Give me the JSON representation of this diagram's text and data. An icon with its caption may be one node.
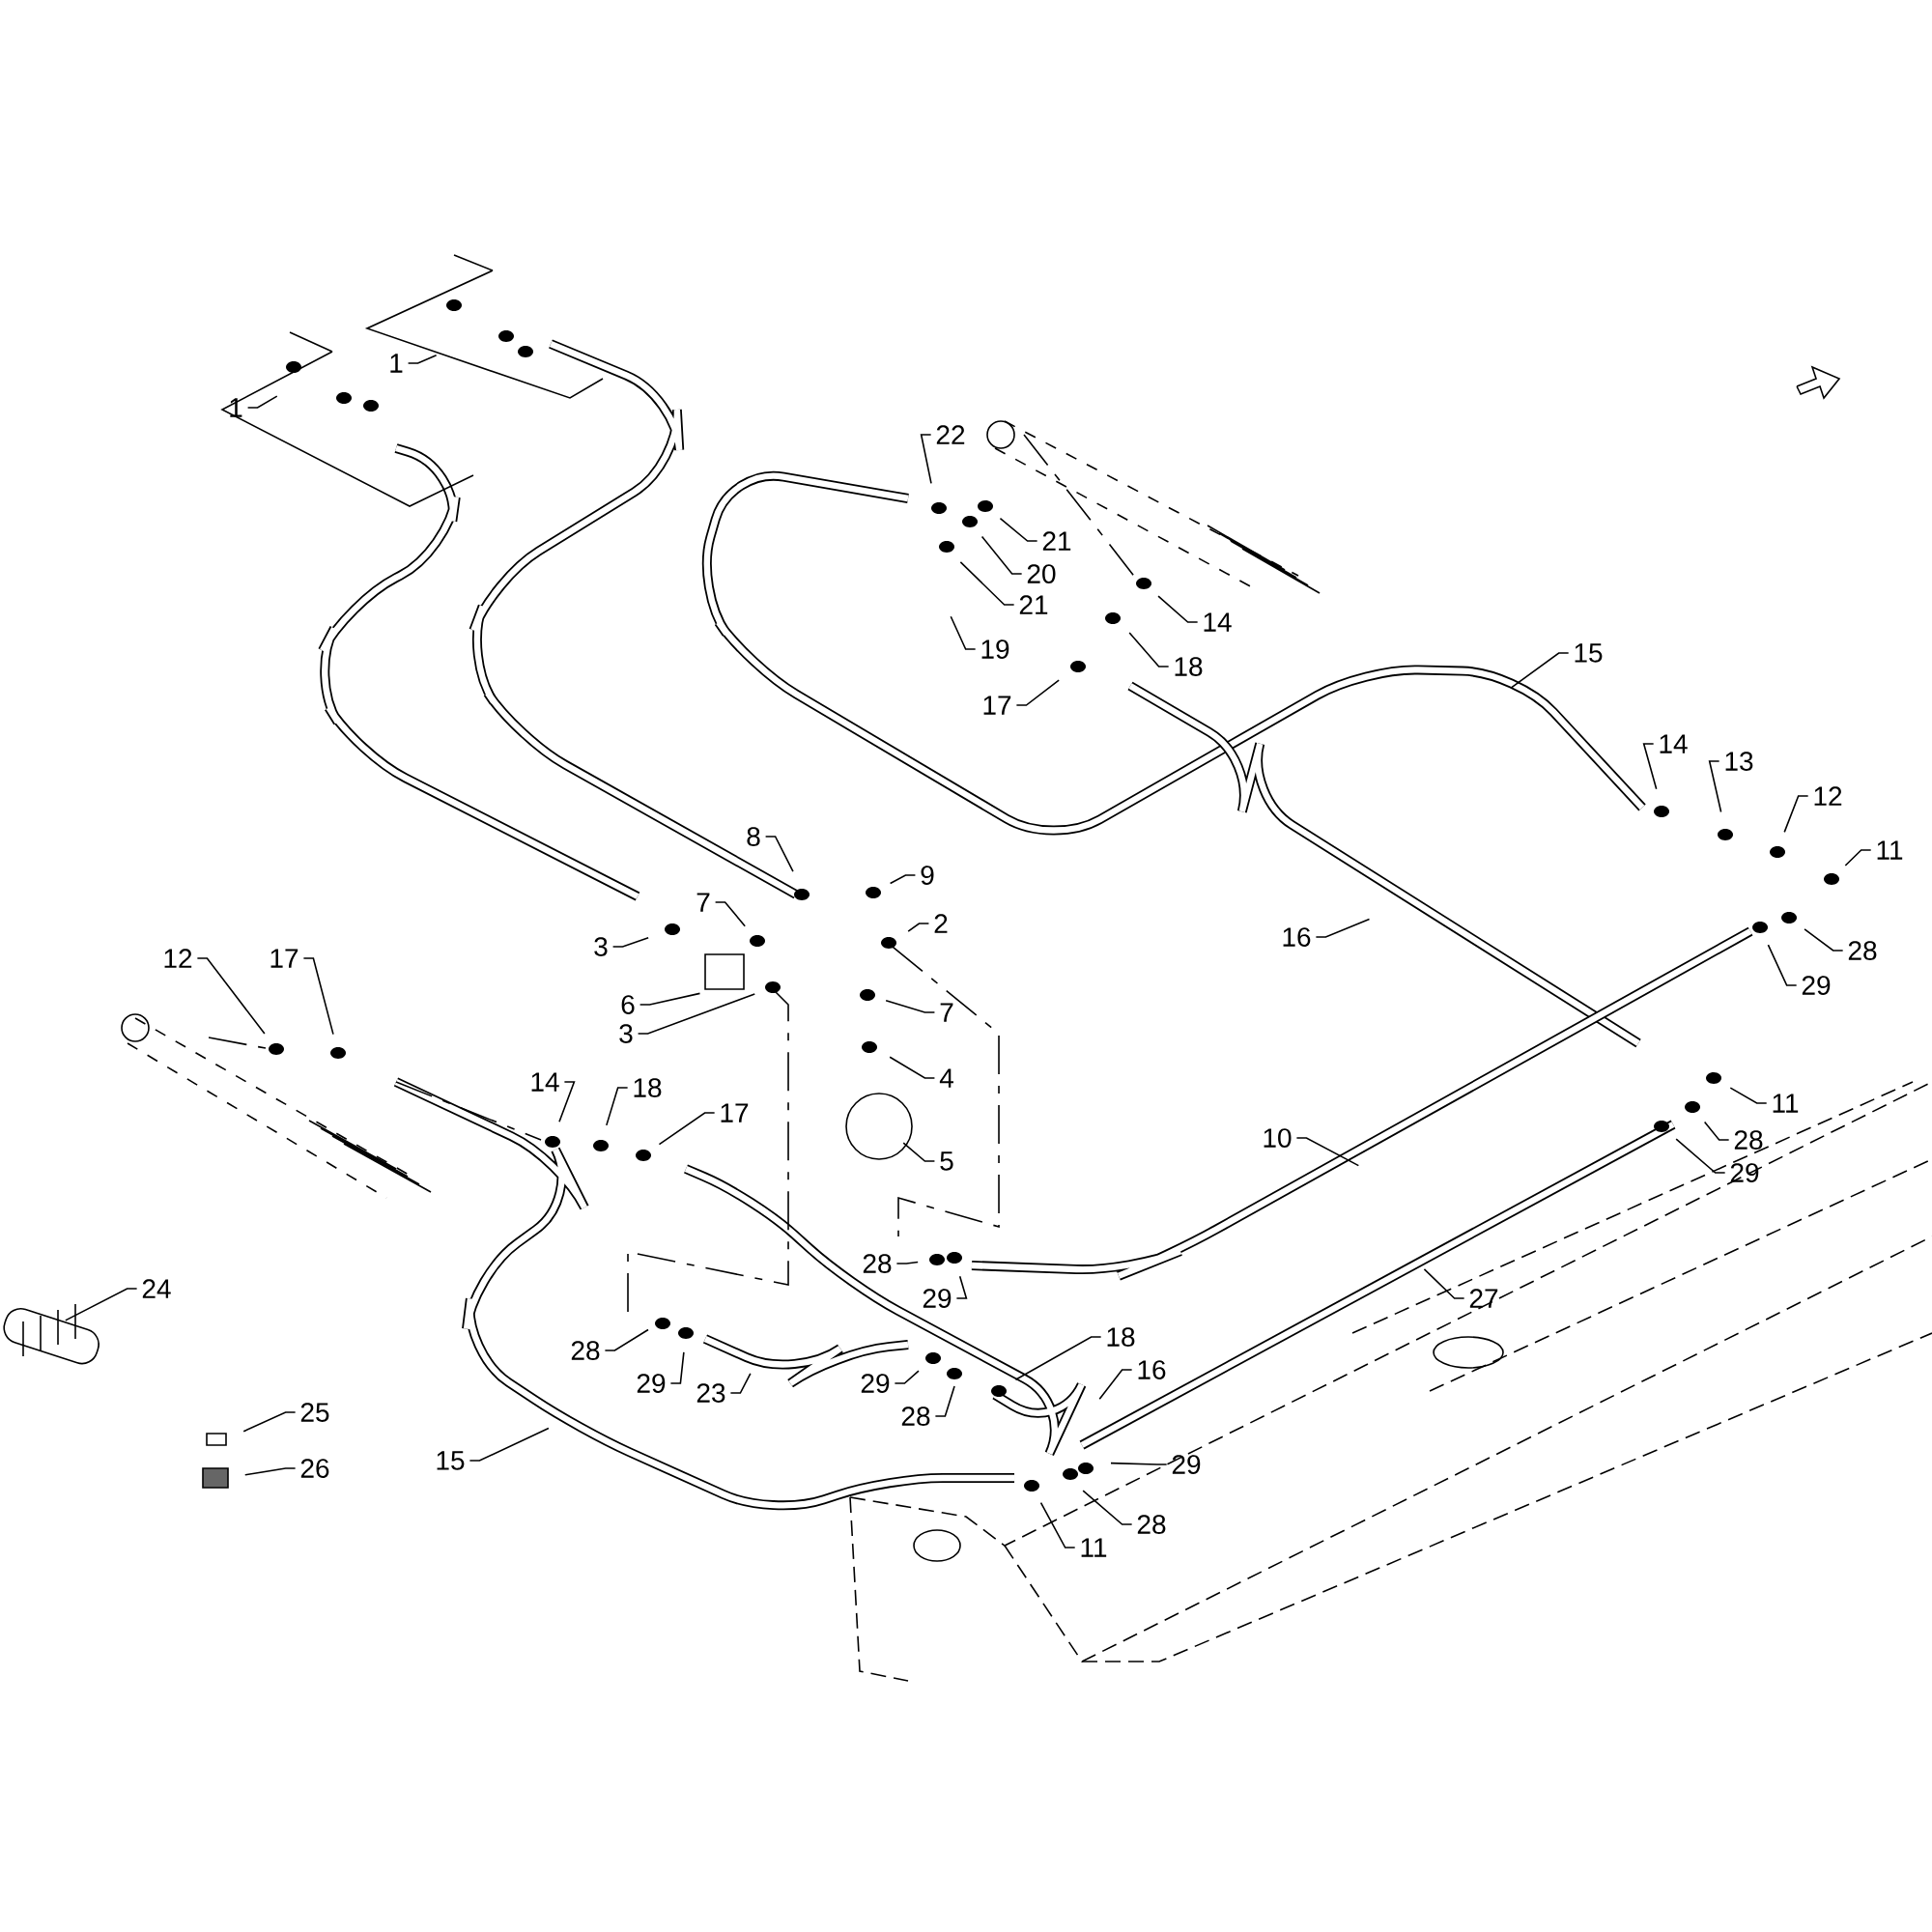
{
  "diagram": {
    "nodes": [
      {
        "text": [
          "1"
        ]
      },
      {
        "text": [
          "1"
        ]
      },
      {
        "text": [
          "22"
        ]
      },
      {
        "text": [
          "21"
        ]
      },
      {
        "text": [
          "20"
        ]
      },
      {
        "text": [
          "21"
        ]
      },
      {
        "text": [
          "19"
        ]
      },
      {
        "text": [
          "14"
        ]
      },
      {
        "text": [
          "18"
        ]
      },
      {
        "text": [
          "17"
        ]
      },
      {
        "text": [
          "15"
        ]
      },
      {
        "text": [
          "14"
        ]
      },
      {
        "text": [
          "13"
        ]
      },
      {
        "text": [
          "12"
        ]
      },
      {
        "text": [
          "11"
        ]
      },
      {
        "text": [
          "28"
        ]
      },
      {
        "text": [
          "29"
        ]
      },
      {
        "text": [
          "16"
        ]
      },
      {
        "text": [
          "8"
        ]
      },
      {
        "text": [
          "9"
        ]
      },
      {
        "text": [
          "2"
        ]
      },
      {
        "text": [
          "7"
        ]
      },
      {
        "text": [
          "3"
        ]
      },
      {
        "text": [
          "6"
        ]
      },
      {
        "text": [
          "3"
        ]
      },
      {
        "text": [
          "7"
        ]
      },
      {
        "text": [
          "4"
        ]
      },
      {
        "text": [
          "5"
        ]
      },
      {
        "text": [
          "11"
        ]
      },
      {
        "text": [
          "28"
        ]
      },
      {
        "text": [
          "29"
        ]
      },
      {
        "text": [
          "10"
        ]
      },
      {
        "text": [
          "12"
        ]
      },
      {
        "text": [
          "17"
        ]
      },
      {
        "text": [
          "14"
        ]
      },
      {
        "text": [
          "18"
        ]
      },
      {
        "text": [
          "17"
        ]
      },
      {
        "text": [
          "24"
        ]
      },
      {
        "text": [
          "28"
        ]
      },
      {
        "text": [
          "29"
        ]
      },
      {
        "text": [
          "27"
        ]
      },
      {
        "text": [
          "28"
        ]
      },
      {
        "text": [
          "29"
        ]
      },
      {
        "text": [
          "23"
        ]
      },
      {
        "text": [
          "29"
        ]
      },
      {
        "text": [
          "28"
        ]
      },
      {
        "text": [
          "18"
        ]
      },
      {
        "text": [
          "16"
        ]
      },
      {
        "text": [
          "25"
        ]
      },
      {
        "text": [
          "26"
        ]
      },
      {
        "text": [
          "15"
        ]
      },
      {
        "text": [
          "11"
        ]
      },
      {
        "text": [
          "28"
        ]
      },
      {
        "text": [
          "29"
        ]
      }
    ],
    "edges": [
      {
        "from": 0,
        "to": null,
        "arrow": "none"
      },
      {
        "from": 1,
        "to": null,
        "arrow": "none"
      },
      {
        "from": 2,
        "to": null,
        "arrow": "none"
      },
      {
        "from": 3,
        "to": null,
        "arrow": "none"
      },
      {
        "from": 4,
        "to": null,
        "arrow": "none"
      },
      {
        "from": 5,
        "to": null,
        "arrow": "none"
      },
      {
        "from": 6,
        "to": null,
        "arrow": "none"
      },
      {
        "from": 7,
        "to": null,
        "arrow": "none"
      },
      {
        "from": 8,
        "to": null,
        "arrow": "none"
      },
      {
        "from": 9,
        "to": null,
        "arrow": "none"
      },
      {
        "from": 10,
        "to": null,
        "arrow": "none"
      },
      {
        "from": 11,
        "to": null,
        "arrow": "none"
      },
      {
        "from": 12,
        "to": null,
        "arrow": "none"
      },
      {
        "from": 13,
        "to": null,
        "arrow": "none"
      },
      {
        "from": 14,
        "to": null,
        "arrow": "none"
      },
      {
        "from": 15,
        "to": null,
        "arrow": "none"
      },
      {
        "from": 16,
        "to": null,
        "arrow": "none"
      },
      {
        "from": 17,
        "to": null,
        "arrow": "none"
      },
      {
        "from": 18,
        "to": null,
        "arrow": "none"
      },
      {
        "from": 19,
        "to": null,
        "arrow": "none"
      },
      {
        "from": 20,
        "to": null,
        "arrow": "none"
      },
      {
        "from": 21,
        "to": null,
        "arrow": "none"
      },
      {
        "from": 22,
        "to": null,
        "arrow": "none"
      },
      {
        "from": 23,
        "to": null,
        "arrow": "none"
      },
      {
        "from": 24,
        "to": null,
        "arrow": "none"
      },
      {
        "from": 25,
        "to": null,
        "arrow": "none"
      },
      {
        "from": 26,
        "to": null,
        "arrow": "none"
      },
      {
        "from": 27,
        "to": null,
        "arrow": "none"
      },
      {
        "from": 28,
        "to": null,
        "arrow": "none"
      },
      {
        "from": 29,
        "to": null,
        "arrow": "none"
      },
      {
        "from": 30,
        "to": null,
        "arrow": "none"
      },
      {
        "from": 31,
        "to": null,
        "arrow": "none"
      },
      {
        "from": 32,
        "to": null,
        "arrow": "none"
      },
      {
        "from": 33,
        "to": null,
        "arrow": "none"
      },
      {
        "from": 34,
        "to": null,
        "arrow": "none"
      },
      {
        "from": 35,
        "to": null,
        "arrow": "none"
      },
      {
        "from": 36,
        "to": null,
        "arrow": "none"
      },
      {
        "from": 37,
        "to": null,
        "arrow": "none"
      },
      {
        "from": 38,
        "to": null,
        "arrow": "none"
      },
      {
        "from": 39,
        "to": null,
        "arrow": "none"
      },
      {
        "from": 40,
        "to": null,
        "arrow": "none"
      },
      {
        "from": 41,
        "to": null,
        "arrow": "none"
      },
      {
        "from": 42,
        "to": null,
        "arrow": "none"
      },
      {
        "from": 43,
        "to": null,
        "arrow": "none"
      },
      {
        "from": 44,
        "to": null,
        "arrow": "none"
      },
      {
        "from": 45,
        "to": null,
        "arrow": "none"
      },
      {
        "from": 46,
        "to": null,
        "arrow": "none"
      },
      {
        "from": 47,
        "to": null,
        "arrow": "none"
      },
      {
        "from": 48,
        "to": null,
        "arrow": "none"
      },
      {
        "from": 49,
        "to": null,
        "arrow": "none"
      },
      {
        "from": 50,
        "to": null,
        "arrow": "none"
      },
      {
        "from": 51,
        "to": null,
        "arrow": "none"
      },
      {
        "from": 52,
        "to": null,
        "arrow": "none"
      },
      {
        "from": 53,
        "to": null,
        "arrow": "none"
      }
    ]
  }
}
